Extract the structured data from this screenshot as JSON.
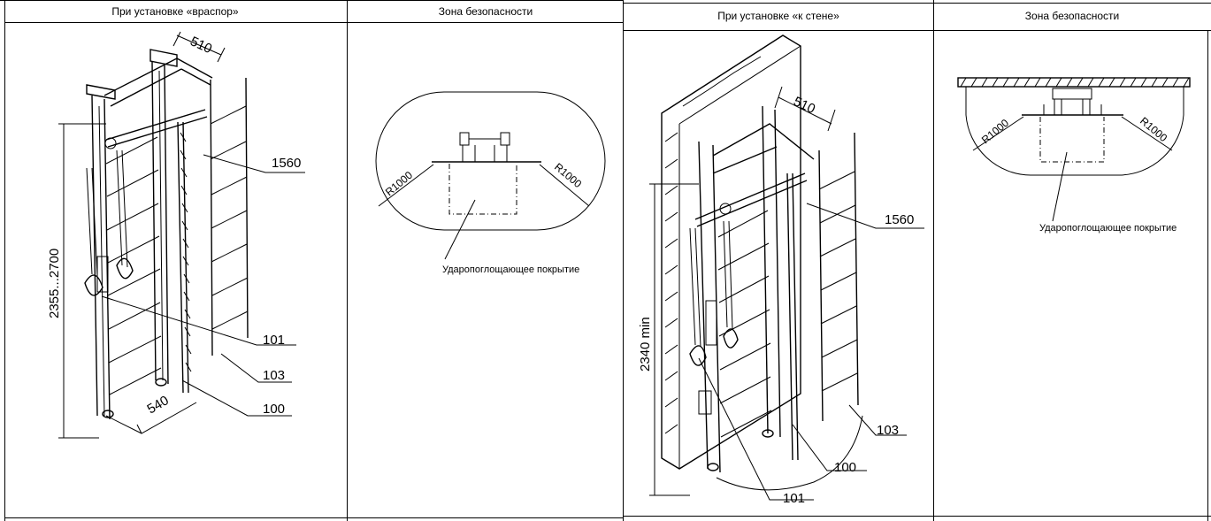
{
  "headers": {
    "col1": "При установке «враспор»",
    "col2": "Зона безопасности",
    "col3": "При установке «к стене»",
    "col4": "Зона безопасности"
  },
  "left_drawing": {
    "dim_top": "510",
    "dim_height": "2355...2700",
    "dim_bottom": "540",
    "callout_ladder": "1560",
    "callout_101": "101",
    "callout_103": "103",
    "callout_100": "100"
  },
  "zone1": {
    "radius_left": "R1000",
    "radius_right": "R1000",
    "note": "Ударопоглощающее покрытие"
  },
  "right_drawing": {
    "dim_top": "510",
    "dim_height": "2340 min",
    "callout_ladder": "1560",
    "callout_103": "103",
    "callout_100": "100",
    "callout_101": "101"
  },
  "zone2": {
    "radius_left": "R1000",
    "radius_right": "R1000",
    "note": "Ударопоглощающее покрытие"
  }
}
